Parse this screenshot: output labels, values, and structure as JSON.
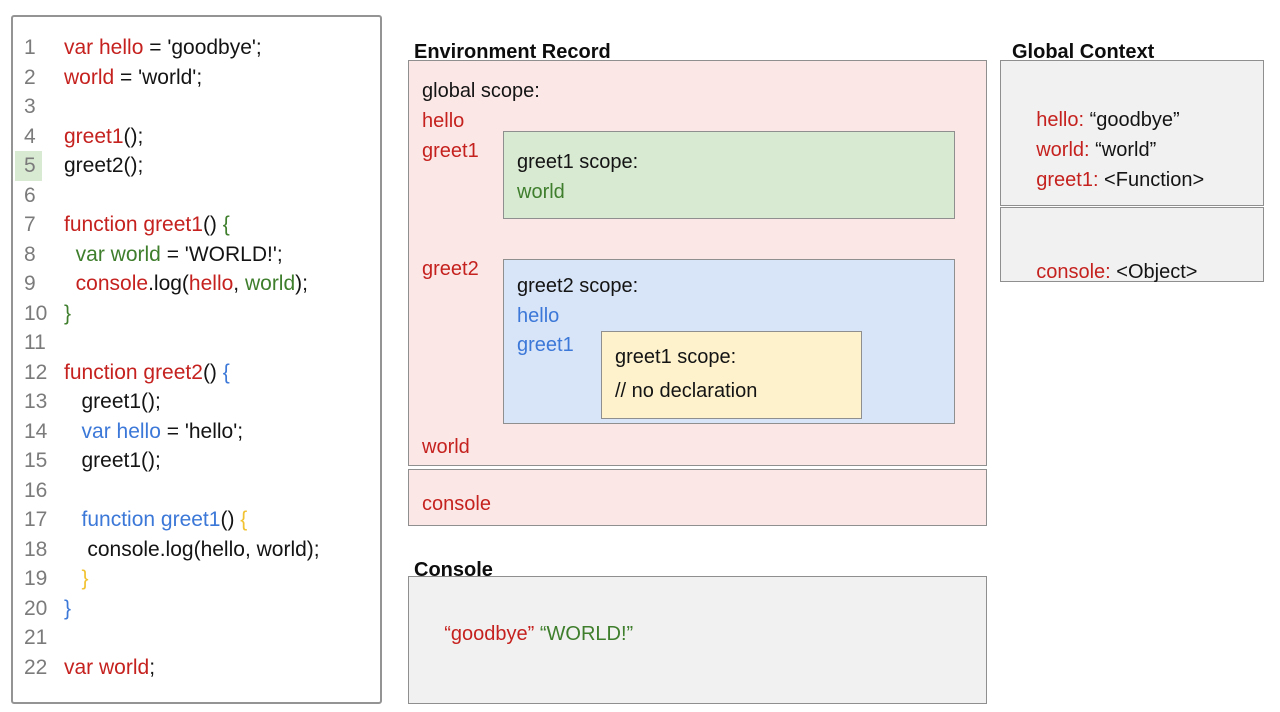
{
  "colors": {
    "red_text": "#c5221f",
    "green_text": "#3e7e2c",
    "blue_text": "#3c78d8",
    "yellow_text": "#f1c232",
    "pink_fill": "#fbe8e6",
    "green_fill": "#d9ead3",
    "blue_fill": "#d8e4f8",
    "yellow_fill": "#fdf2cc",
    "gray_fill": "#f1f1f1",
    "highlight_fill": "#d9ead3"
  },
  "code_panel": {
    "highlighted_line": "5",
    "lines": [
      {
        "num": "1",
        "tokens": [
          {
            "t": "var hello",
            "c": "red"
          },
          {
            "t": " = 'goodbye';",
            "c": "k"
          }
        ]
      },
      {
        "num": "2",
        "tokens": [
          {
            "t": "world",
            "c": "red"
          },
          {
            "t": " = 'world';",
            "c": "k"
          }
        ]
      },
      {
        "num": "3",
        "tokens": []
      },
      {
        "num": "4",
        "tokens": [
          {
            "t": "greet1",
            "c": "red"
          },
          {
            "t": "();",
            "c": "k"
          }
        ]
      },
      {
        "num": "5",
        "tokens": [
          {
            "t": "greet2();",
            "c": "k"
          }
        ]
      },
      {
        "num": "6",
        "tokens": []
      },
      {
        "num": "7",
        "tokens": [
          {
            "t": "function greet1",
            "c": "red"
          },
          {
            "t": "() ",
            "c": "k"
          },
          {
            "t": "{",
            "c": "green"
          }
        ]
      },
      {
        "num": "8",
        "tokens": [
          {
            "t": "  ",
            "c": "k"
          },
          {
            "t": "var world",
            "c": "green"
          },
          {
            "t": " = 'WORLD!';",
            "c": "k"
          }
        ]
      },
      {
        "num": "9",
        "tokens": [
          {
            "t": "  ",
            "c": "k"
          },
          {
            "t": "console",
            "c": "red"
          },
          {
            "t": ".log(",
            "c": "k"
          },
          {
            "t": "hello",
            "c": "red"
          },
          {
            "t": ", ",
            "c": "k"
          },
          {
            "t": "world",
            "c": "green"
          },
          {
            "t": ");",
            "c": "k"
          }
        ]
      },
      {
        "num": "10",
        "tokens": [
          {
            "t": "}",
            "c": "green"
          }
        ]
      },
      {
        "num": "11",
        "tokens": []
      },
      {
        "num": "12",
        "tokens": [
          {
            "t": "function greet2",
            "c": "red"
          },
          {
            "t": "() ",
            "c": "k"
          },
          {
            "t": "{",
            "c": "blue"
          }
        ]
      },
      {
        "num": "13",
        "tokens": [
          {
            "t": "   greet1();",
            "c": "k"
          }
        ]
      },
      {
        "num": "14",
        "tokens": [
          {
            "t": "   ",
            "c": "k"
          },
          {
            "t": "var hello",
            "c": "blue"
          },
          {
            "t": " = 'hello';",
            "c": "k"
          }
        ]
      },
      {
        "num": "15",
        "tokens": [
          {
            "t": "   greet1();",
            "c": "k"
          }
        ]
      },
      {
        "num": "16",
        "tokens": []
      },
      {
        "num": "17",
        "tokens": [
          {
            "t": "   ",
            "c": "k"
          },
          {
            "t": "function greet1",
            "c": "blue"
          },
          {
            "t": "() ",
            "c": "k"
          },
          {
            "t": "{",
            "c": "yellow"
          }
        ]
      },
      {
        "num": "18",
        "tokens": [
          {
            "t": "    console.log(hello, world);",
            "c": "k"
          }
        ]
      },
      {
        "num": "19",
        "tokens": [
          {
            "t": "   ",
            "c": "k"
          },
          {
            "t": "}",
            "c": "yellow"
          }
        ]
      },
      {
        "num": "20",
        "tokens": [
          {
            "t": "}",
            "c": "blue"
          }
        ]
      },
      {
        "num": "21",
        "tokens": []
      },
      {
        "num": "22",
        "tokens": [
          {
            "t": "var world",
            "c": "red"
          },
          {
            "t": ";",
            "c": "k"
          }
        ]
      }
    ]
  },
  "environment_record": {
    "title": "Environment Record",
    "global_scope_label": "global scope:",
    "global_vars": [
      "hello",
      "greet1",
      "greet2",
      "world"
    ],
    "console_label": "console",
    "greet1_scope": {
      "label": "greet1 scope:",
      "vars": [
        "world"
      ]
    },
    "greet2_scope": {
      "label": "greet2 scope:",
      "vars": [
        "hello",
        "greet1"
      ],
      "inner_scope": {
        "label": "greet1 scope:",
        "comment": "// no declaration"
      }
    }
  },
  "console_panel": {
    "title": "Console",
    "output": [
      {
        "text": "“goodbye”",
        "color": "red"
      },
      {
        "text": "“WORLD!”",
        "color": "green"
      }
    ]
  },
  "global_context": {
    "title": "Global Context",
    "bindings": [
      {
        "name": "hello:",
        "value": " “goodbye”"
      },
      {
        "name": "world:",
        "value": " “world”"
      },
      {
        "name": "greet1:",
        "value": " <Function>"
      }
    ],
    "console_binding": {
      "name": "console:",
      "value": " <Object>"
    }
  }
}
